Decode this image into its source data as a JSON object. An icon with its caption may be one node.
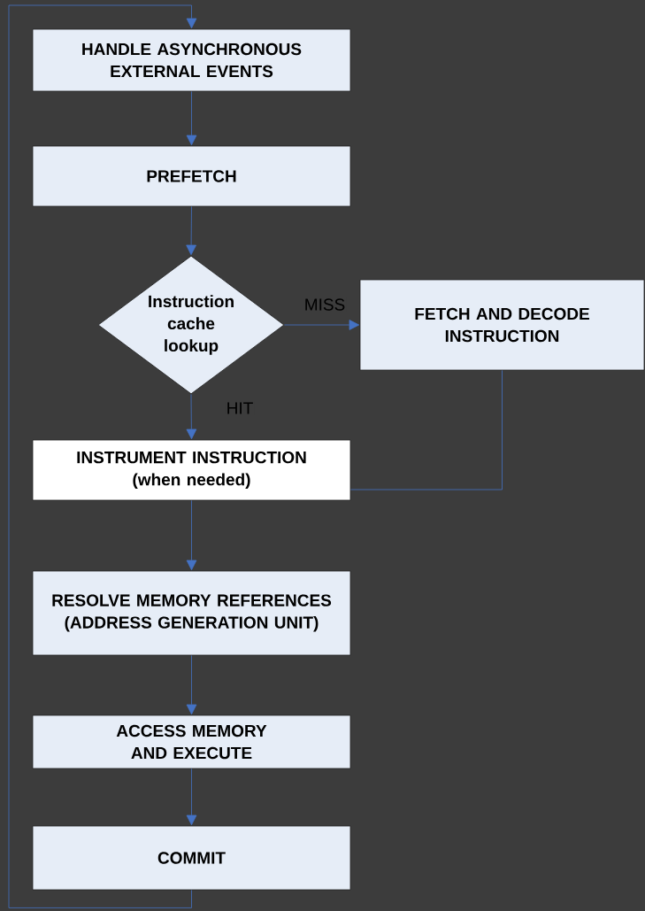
{
  "diagram": {
    "nodes": [
      {
        "text": [
          "HANDLE ASYNCHRONOUS EXTERNAL EVENTS"
        ]
      },
      {
        "text": [
          "PREFETCH"
        ]
      },
      {
        "text": [
          "Instruction cache lookup"
        ]
      },
      {
        "text": [
          "FETCH AND DECODE INSTRUCTION"
        ]
      },
      {
        "text": [
          "INSTRUMENT INSTRUCTION (when needed)"
        ]
      },
      {
        "text": [
          "RESOLVE MEMORY REFERENCES (ADDRESS GENERATION UNIT)"
        ]
      },
      {
        "text": [
          "ACCESS MEMORY AND EXECUTE"
        ]
      },
      {
        "text": [
          "COMMIT"
        ]
      }
    ],
    "edges": [
      {
        "from": 0,
        "to": 1,
        "arrow": "to"
      },
      {
        "from": 1,
        "to": 2,
        "arrow": "to"
      },
      {
        "from": 2,
        "to": 3,
        "arrow": "to",
        "label": "MISS"
      },
      {
        "from": 2,
        "to": 4,
        "arrow": "to",
        "label": "HIT"
      },
      {
        "from": 3,
        "to": 4,
        "arrow": "none"
      },
      {
        "from": 4,
        "to": 5,
        "arrow": "to"
      },
      {
        "from": 5,
        "to": 6,
        "arrow": "to"
      },
      {
        "from": 6,
        "to": 7,
        "arrow": "to"
      },
      {
        "from": 7,
        "to": 0,
        "arrow": "to"
      }
    ]
  }
}
